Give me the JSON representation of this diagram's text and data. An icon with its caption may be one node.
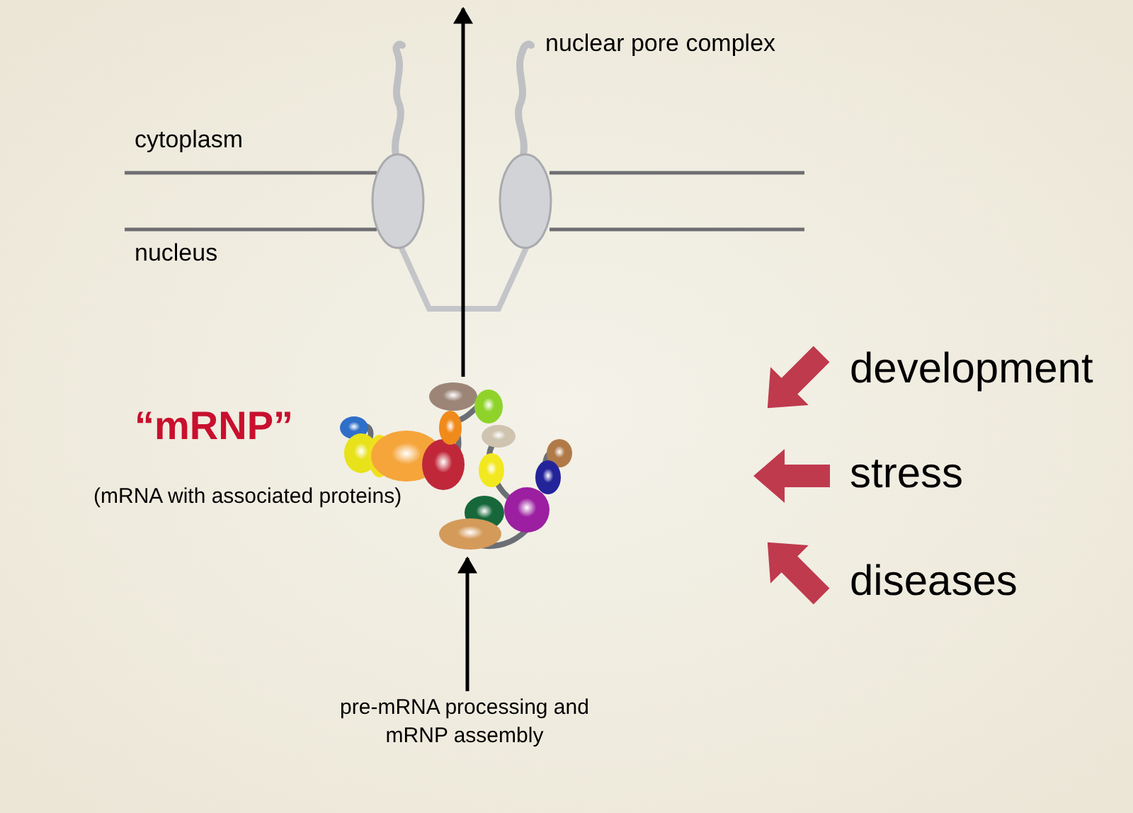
{
  "diagram": {
    "nodes": [
      {
        "text": [
          "pre-mRNA processing and mRNP assembly"
        ]
      },
      {
        "text": [],
        "shape": "picture",
        "beside": [
          "“mRNP”",
          "(mRNA with associated proteins)"
        ]
      }
    ],
    "edges": [
      {
        "from": 0,
        "to": 1,
        "arrow": "to"
      },
      {
        "from": 1,
        "to": null,
        "arrow": "to"
      }
    ],
    "labels": [
      "nuclear pore complex",
      "cytoplasm",
      "nucleus",
      "development",
      "stress",
      "diseases"
    ]
  }
}
